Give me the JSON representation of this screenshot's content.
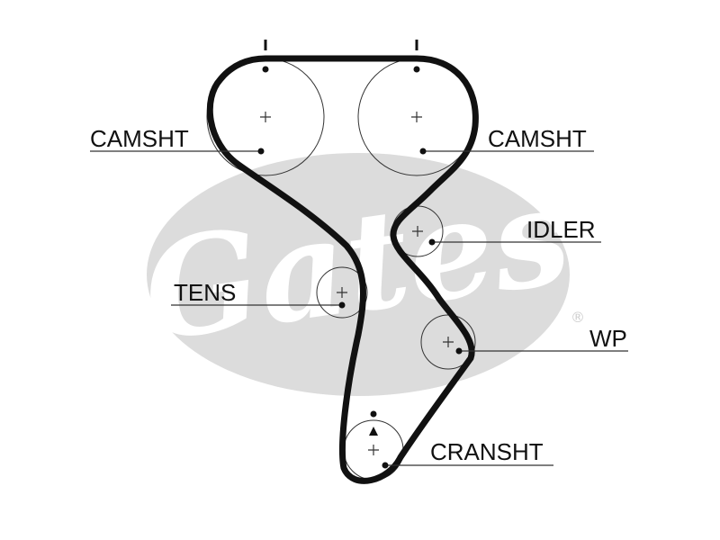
{
  "diagram": {
    "labels": {
      "camshaft_left": "CAMSHT",
      "camshaft_right": "CAMSHT",
      "idler": "IDLER",
      "tensioner": "TENS",
      "water_pump": "WP",
      "crankshaft": "CRANSHT"
    },
    "watermark": {
      "brand_text": "Gates",
      "registered_mark": "®"
    },
    "colors": {
      "belt": "#111111",
      "lines": "#333333",
      "watermark": "#d9d9d9",
      "background": "#ffffff"
    }
  }
}
